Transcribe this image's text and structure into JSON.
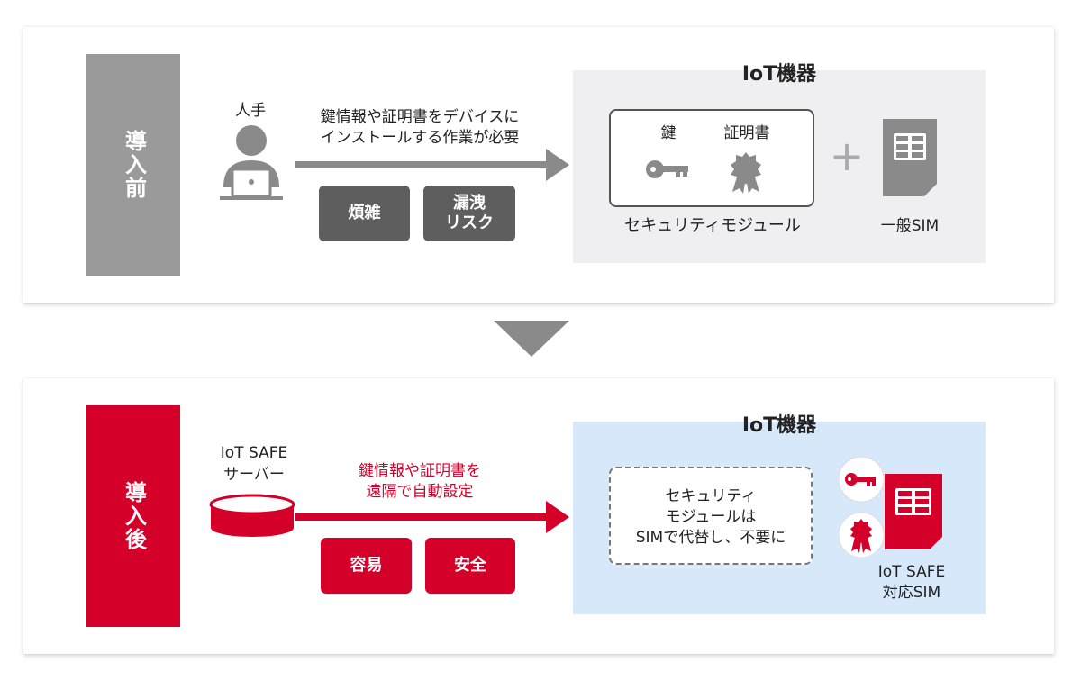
{
  "before": {
    "phase_label": "導入前",
    "actor_label": "人手",
    "arrow_text_line1": "鍵情報や証明書をデバイスに",
    "arrow_text_line2": "インストールする作業が必要",
    "tags": [
      "煩雑",
      "漏洩\nリスク"
    ],
    "device_title": "IoT機器",
    "key_label": "鍵",
    "cert_label": "証明書",
    "module_label": "セキュリティモジュール",
    "plus": "+",
    "sim_label": "一般SIM"
  },
  "after": {
    "phase_label": "導入後",
    "server_label_line1": "IoT SAFE",
    "server_label_line2": "サーバー",
    "arrow_text_line1": "鍵情報や証明書を",
    "arrow_text_line2": "遠隔で自動設定",
    "tags": [
      "容易",
      "安全"
    ],
    "device_title": "IoT機器",
    "module_text_line1": "セキュリティ",
    "module_text_line2": "モジュールは",
    "module_text_line3": "SIMで代替し、不要に",
    "sim_label_line1": "IoT SAFE",
    "sim_label_line2": "対応SIM"
  },
  "colors": {
    "gray": "#9a9a9a",
    "dark_gray": "#5e5e5e",
    "red": "#d4002a",
    "before_device_bg": "#efeff1",
    "after_device_bg": "#d8e8fb"
  }
}
